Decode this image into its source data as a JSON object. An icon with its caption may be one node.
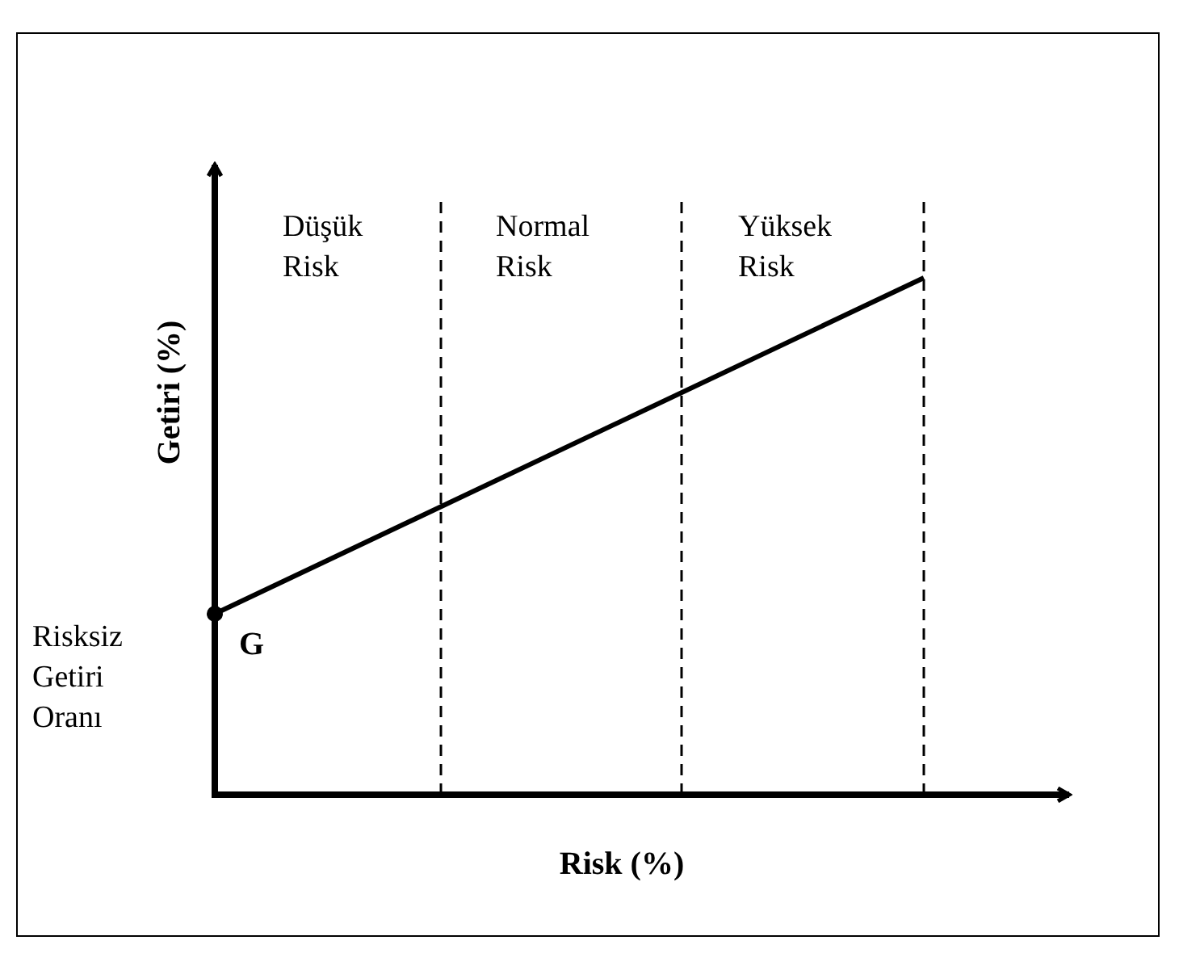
{
  "diagram": {
    "labels": [
      "Düşük Risk",
      "Normal Risk",
      "Yüksek Risk",
      "Getiri (%)",
      "Risksiz Getiri Oranı",
      "G",
      "Risk (%)"
    ]
  }
}
